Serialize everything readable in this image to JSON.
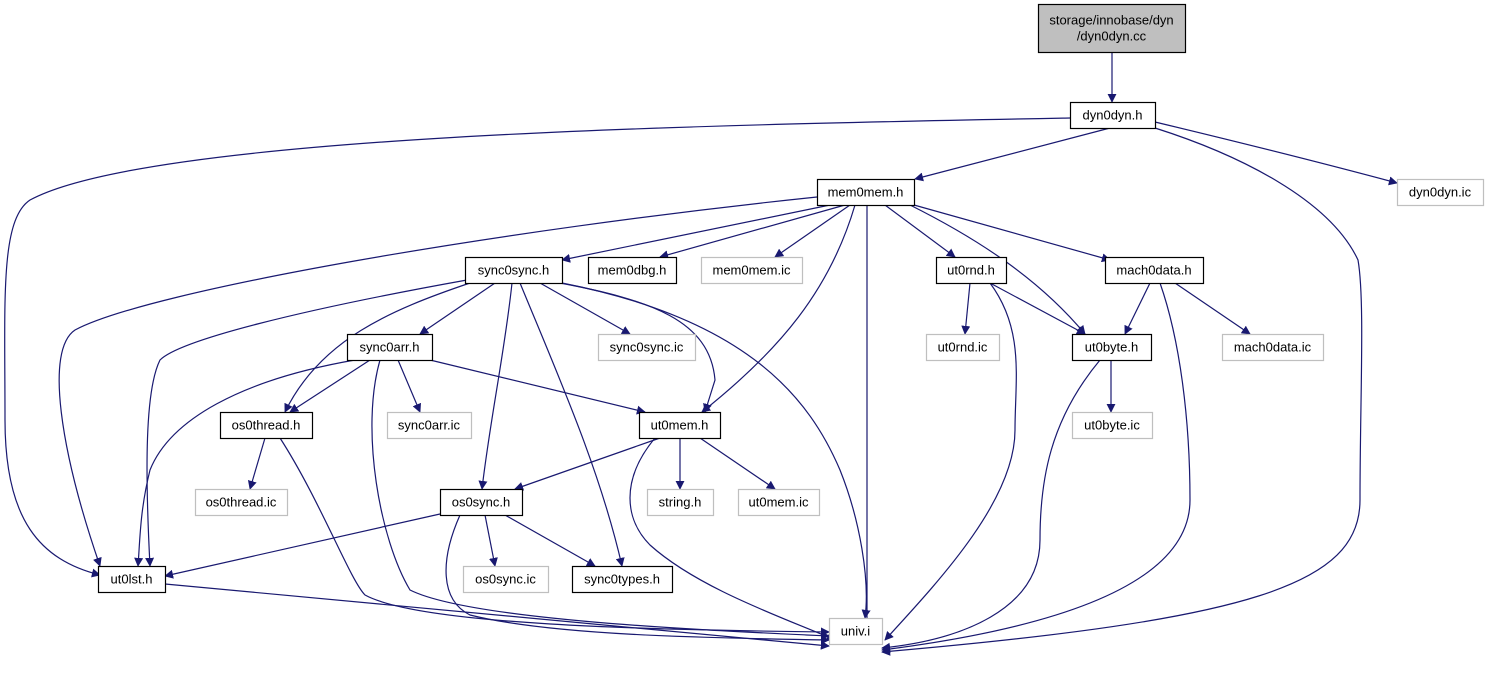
{
  "diagram": {
    "type": "include-dependency-graph",
    "colors": {
      "edge": "#191970",
      "root_fill": "#bfbfbf",
      "root_stroke": "#000000",
      "header_stroke": "#000000",
      "inline_stroke": "#bfbfbf",
      "node_fill": "#ffffff",
      "text": "#000000"
    },
    "nodes": [
      {
        "id": "root",
        "lines": [
          "storage/innobase/dyn",
          "/dyn0dyn.cc"
        ],
        "kind": "root"
      },
      {
        "id": "dyn0dyn_h",
        "lines": [
          "dyn0dyn.h"
        ],
        "kind": "header"
      },
      {
        "id": "dyn0dyn_ic",
        "lines": [
          "dyn0dyn.ic"
        ],
        "kind": "inline"
      },
      {
        "id": "mem0mem_h",
        "lines": [
          "mem0mem.h"
        ],
        "kind": "header"
      },
      {
        "id": "sync0sync_h",
        "lines": [
          "sync0sync.h"
        ],
        "kind": "header"
      },
      {
        "id": "mem0dbg_h",
        "lines": [
          "mem0dbg.h"
        ],
        "kind": "header"
      },
      {
        "id": "mem0mem_ic",
        "lines": [
          "mem0mem.ic"
        ],
        "kind": "inline"
      },
      {
        "id": "ut0rnd_h",
        "lines": [
          "ut0rnd.h"
        ],
        "kind": "header"
      },
      {
        "id": "mach0data_h",
        "lines": [
          "mach0data.h"
        ],
        "kind": "header"
      },
      {
        "id": "sync0arr_h",
        "lines": [
          "sync0arr.h"
        ],
        "kind": "header"
      },
      {
        "id": "sync0sync_ic",
        "lines": [
          "sync0sync.ic"
        ],
        "kind": "inline"
      },
      {
        "id": "ut0rnd_ic",
        "lines": [
          "ut0rnd.ic"
        ],
        "kind": "inline"
      },
      {
        "id": "ut0byte_h",
        "lines": [
          "ut0byte.h"
        ],
        "kind": "header"
      },
      {
        "id": "mach0data_ic",
        "lines": [
          "mach0data.ic"
        ],
        "kind": "inline"
      },
      {
        "id": "os0thread_h",
        "lines": [
          "os0thread.h"
        ],
        "kind": "header"
      },
      {
        "id": "sync0arr_ic",
        "lines": [
          "sync0arr.ic"
        ],
        "kind": "inline"
      },
      {
        "id": "ut0mem_h",
        "lines": [
          "ut0mem.h"
        ],
        "kind": "header"
      },
      {
        "id": "ut0byte_ic",
        "lines": [
          "ut0byte.ic"
        ],
        "kind": "inline"
      },
      {
        "id": "os0thread_ic",
        "lines": [
          "os0thread.ic"
        ],
        "kind": "inline"
      },
      {
        "id": "os0sync_h",
        "lines": [
          "os0sync.h"
        ],
        "kind": "header"
      },
      {
        "id": "string_h",
        "lines": [
          "string.h"
        ],
        "kind": "inline"
      },
      {
        "id": "ut0mem_ic",
        "lines": [
          "ut0mem.ic"
        ],
        "kind": "inline"
      },
      {
        "id": "ut0lst_h",
        "lines": [
          "ut0lst.h"
        ],
        "kind": "header"
      },
      {
        "id": "os0sync_ic",
        "lines": [
          "os0sync.ic"
        ],
        "kind": "inline"
      },
      {
        "id": "sync0types_h",
        "lines": [
          "sync0types.h"
        ],
        "kind": "header"
      },
      {
        "id": "univ_i",
        "lines": [
          "univ.i"
        ],
        "kind": "inline"
      }
    ],
    "edges": [
      {
        "from": "root",
        "to": "dyn0dyn_h"
      },
      {
        "from": "dyn0dyn_h",
        "to": "mem0mem_h"
      },
      {
        "from": "dyn0dyn_h",
        "to": "dyn0dyn_ic"
      },
      {
        "from": "dyn0dyn_h",
        "to": "ut0lst_h"
      },
      {
        "from": "dyn0dyn_h",
        "to": "univ_i"
      },
      {
        "from": "mem0mem_h",
        "to": "sync0sync_h"
      },
      {
        "from": "mem0mem_h",
        "to": "mem0dbg_h"
      },
      {
        "from": "mem0mem_h",
        "to": "mem0mem_ic"
      },
      {
        "from": "mem0mem_h",
        "to": "ut0rnd_h"
      },
      {
        "from": "mem0mem_h",
        "to": "mach0data_h"
      },
      {
        "from": "mem0mem_h",
        "to": "ut0byte_h"
      },
      {
        "from": "mem0mem_h",
        "to": "ut0mem_h"
      },
      {
        "from": "mem0mem_h",
        "to": "univ_i"
      },
      {
        "from": "mem0mem_h",
        "to": "ut0lst_h"
      },
      {
        "from": "sync0sync_h",
        "to": "sync0arr_h"
      },
      {
        "from": "sync0sync_h",
        "to": "sync0sync_ic"
      },
      {
        "from": "sync0sync_h",
        "to": "os0thread_h"
      },
      {
        "from": "sync0sync_h",
        "to": "ut0mem_h"
      },
      {
        "from": "sync0sync_h",
        "to": "os0sync_h"
      },
      {
        "from": "sync0sync_h",
        "to": "sync0types_h"
      },
      {
        "from": "sync0sync_h",
        "to": "ut0lst_h"
      },
      {
        "from": "sync0sync_h",
        "to": "univ_i"
      },
      {
        "from": "sync0arr_h",
        "to": "os0thread_h"
      },
      {
        "from": "sync0arr_h",
        "to": "sync0arr_ic"
      },
      {
        "from": "sync0arr_h",
        "to": "ut0mem_h"
      },
      {
        "from": "sync0arr_h",
        "to": "ut0lst_h"
      },
      {
        "from": "sync0arr_h",
        "to": "univ_i"
      },
      {
        "from": "os0thread_h",
        "to": "os0thread_ic"
      },
      {
        "from": "os0thread_h",
        "to": "univ_i"
      },
      {
        "from": "ut0mem_h",
        "to": "os0sync_h"
      },
      {
        "from": "ut0mem_h",
        "to": "string_h"
      },
      {
        "from": "ut0mem_h",
        "to": "ut0mem_ic"
      },
      {
        "from": "ut0mem_h",
        "to": "univ_i"
      },
      {
        "from": "os0sync_h",
        "to": "ut0lst_h"
      },
      {
        "from": "os0sync_h",
        "to": "os0sync_ic"
      },
      {
        "from": "os0sync_h",
        "to": "sync0types_h"
      },
      {
        "from": "os0sync_h",
        "to": "univ_i"
      },
      {
        "from": "ut0lst_h",
        "to": "univ_i"
      },
      {
        "from": "ut0rnd_h",
        "to": "ut0rnd_ic"
      },
      {
        "from": "ut0rnd_h",
        "to": "ut0byte_h"
      },
      {
        "from": "ut0rnd_h",
        "to": "univ_i"
      },
      {
        "from": "ut0byte_h",
        "to": "ut0byte_ic"
      },
      {
        "from": "ut0byte_h",
        "to": "univ_i"
      },
      {
        "from": "mach0data_h",
        "to": "ut0byte_h"
      },
      {
        "from": "mach0data_h",
        "to": "mach0data_ic"
      },
      {
        "from": "mach0data_h",
        "to": "univ_i"
      }
    ]
  }
}
